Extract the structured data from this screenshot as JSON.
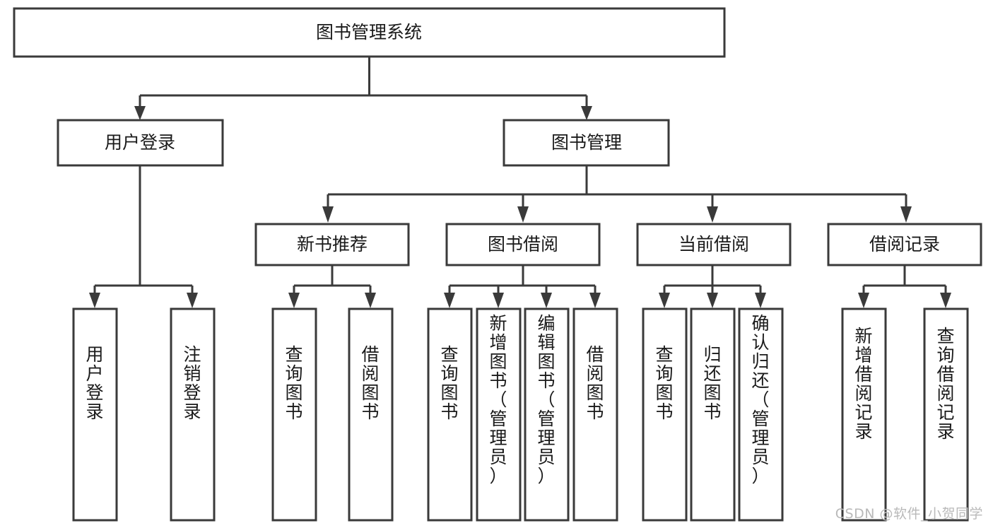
{
  "diagram": {
    "type": "tree-hierarchy",
    "title": "图书管理系统",
    "root": {
      "id": "root",
      "label": "图书管理系统"
    },
    "level2": [
      {
        "id": "user-login",
        "label": "用户登录"
      },
      {
        "id": "book-management",
        "label": "图书管理"
      }
    ],
    "level3": [
      {
        "id": "new-book-recommend",
        "label": "新书推荐",
        "parent": "book-management"
      },
      {
        "id": "book-borrow",
        "label": "图书借阅",
        "parent": "book-management"
      },
      {
        "id": "current-borrow",
        "label": "当前借阅",
        "parent": "book-management"
      },
      {
        "id": "borrow-record",
        "label": "借阅记录",
        "parent": "book-management"
      }
    ],
    "leaves": [
      {
        "id": "leaf-user-login",
        "label": "用户登录",
        "parent": "user-login"
      },
      {
        "id": "leaf-logout-login",
        "label": "注销登录",
        "parent": "user-login"
      },
      {
        "id": "leaf-query-book-1",
        "label": "查询图书",
        "parent": "new-book-recommend"
      },
      {
        "id": "leaf-borrow-book-1",
        "label": "借阅图书",
        "parent": "new-book-recommend"
      },
      {
        "id": "leaf-query-book-2",
        "label": "查询图书",
        "parent": "book-borrow"
      },
      {
        "id": "leaf-add-book",
        "label": "新增图书（管理员）",
        "parent": "book-borrow"
      },
      {
        "id": "leaf-edit-book",
        "label": "编辑图书（管理员）",
        "parent": "book-borrow"
      },
      {
        "id": "leaf-borrow-book-2",
        "label": "借阅图书",
        "parent": "book-borrow"
      },
      {
        "id": "leaf-query-book-3",
        "label": "查询图书",
        "parent": "current-borrow"
      },
      {
        "id": "leaf-return-book",
        "label": "归还图书",
        "parent": "current-borrow"
      },
      {
        "id": "leaf-confirm-return",
        "label": "确认归还（管理员）",
        "parent": "current-borrow"
      },
      {
        "id": "leaf-add-record",
        "label": "新增借阅记录",
        "parent": "borrow-record"
      },
      {
        "id": "leaf-query-record",
        "label": "查询借阅记录",
        "parent": "borrow-record"
      }
    ],
    "colors": {
      "box_fill": "#ffffff",
      "box_stroke": "#3a3a3a",
      "text": "#1a1a1a",
      "background": "#ffffff",
      "watermark": "#b9b9b9"
    }
  },
  "watermark": {
    "text": "CSDN @软件_小贺同学"
  }
}
